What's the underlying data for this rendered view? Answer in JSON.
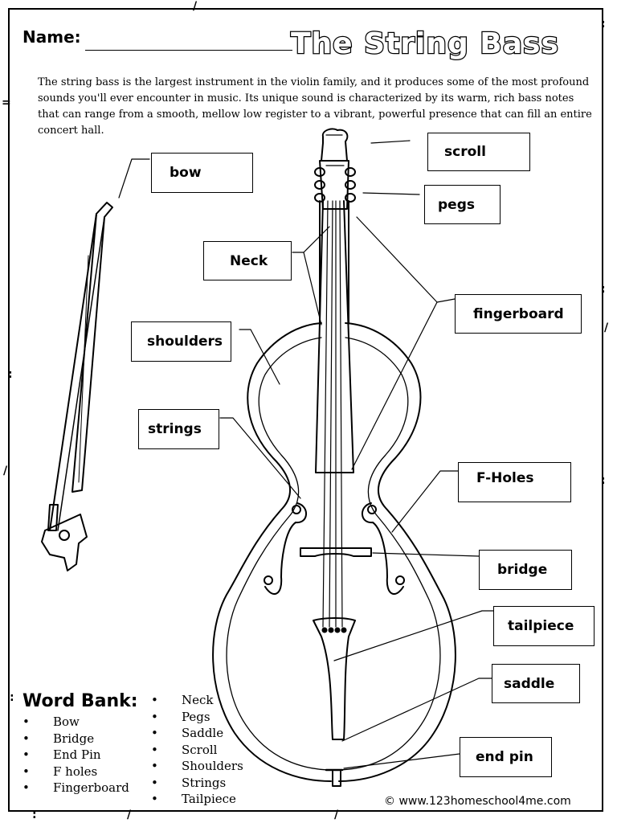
{
  "header": {
    "name_label": "Name:",
    "title": "The String Bass"
  },
  "intro_text": "The string bass is the largest instrument in the violin family, and it produces some of the most profound sounds you'll ever encounter in music. Its unique sound is characterized by its warm, rich bass notes that can range from a smooth, mellow low register to a vibrant, powerful presence that can fill an entire concert hall.",
  "labels": {
    "bow": "bow",
    "scroll": "scroll",
    "pegs": "pegs",
    "neck": "Neck",
    "fingerboard": "fingerboard",
    "shoulders": "shoulders",
    "strings": "strings",
    "f_holes": "F-Holes",
    "bridge": "bridge",
    "tailpiece": "tailpiece",
    "saddle": "saddle",
    "end_pin": "end pin"
  },
  "word_bank": {
    "title": "Word Bank:",
    "column1": [
      "Bow",
      "Bridge",
      "End Pin",
      "F holes",
      "Fingerboard"
    ],
    "column2": [
      "Neck",
      "Pegs",
      "Saddle",
      "Scroll",
      "Shoulders",
      "Strings",
      "Tailpiece"
    ]
  },
  "footer": {
    "copyright": "© www.123homeschool4me.com"
  }
}
